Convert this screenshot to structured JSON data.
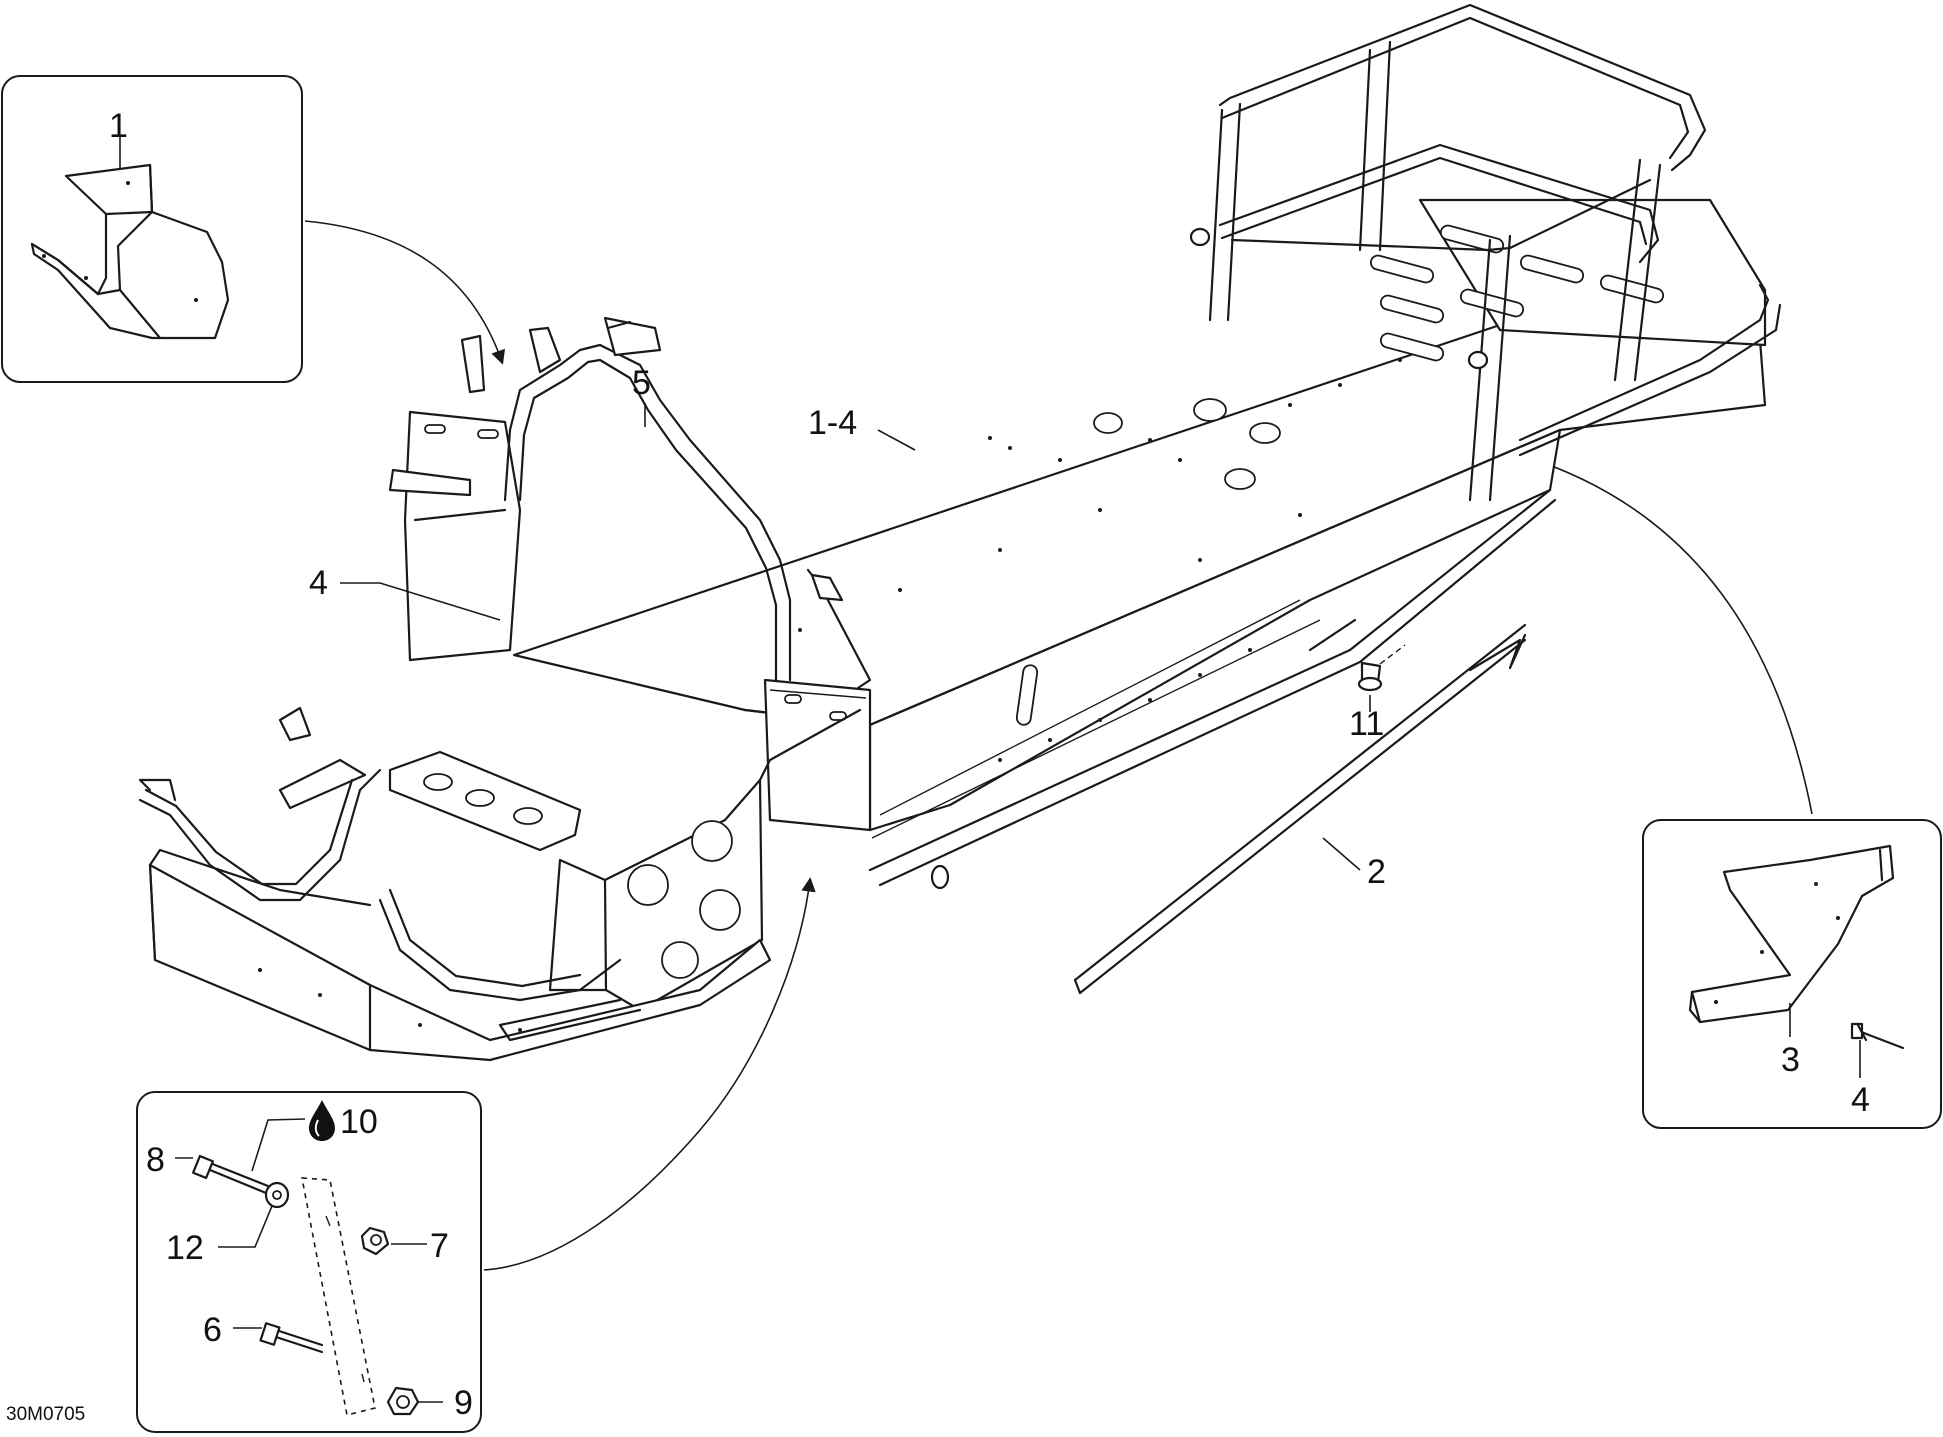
{
  "drawing_id": "30M0705",
  "callouts": {
    "c1": "1",
    "c1_4": "1-4",
    "c2": "2",
    "c3": "3",
    "c4_main": "4",
    "c4_inset": "4",
    "c5": "5",
    "c6": "6",
    "c7": "7",
    "c8": "8",
    "c9": "9",
    "c10": "10",
    "c11": "11",
    "c12": "12"
  },
  "icons": {
    "oil_drop": "oil-drop-icon",
    "arrows": "arrow-icon"
  }
}
